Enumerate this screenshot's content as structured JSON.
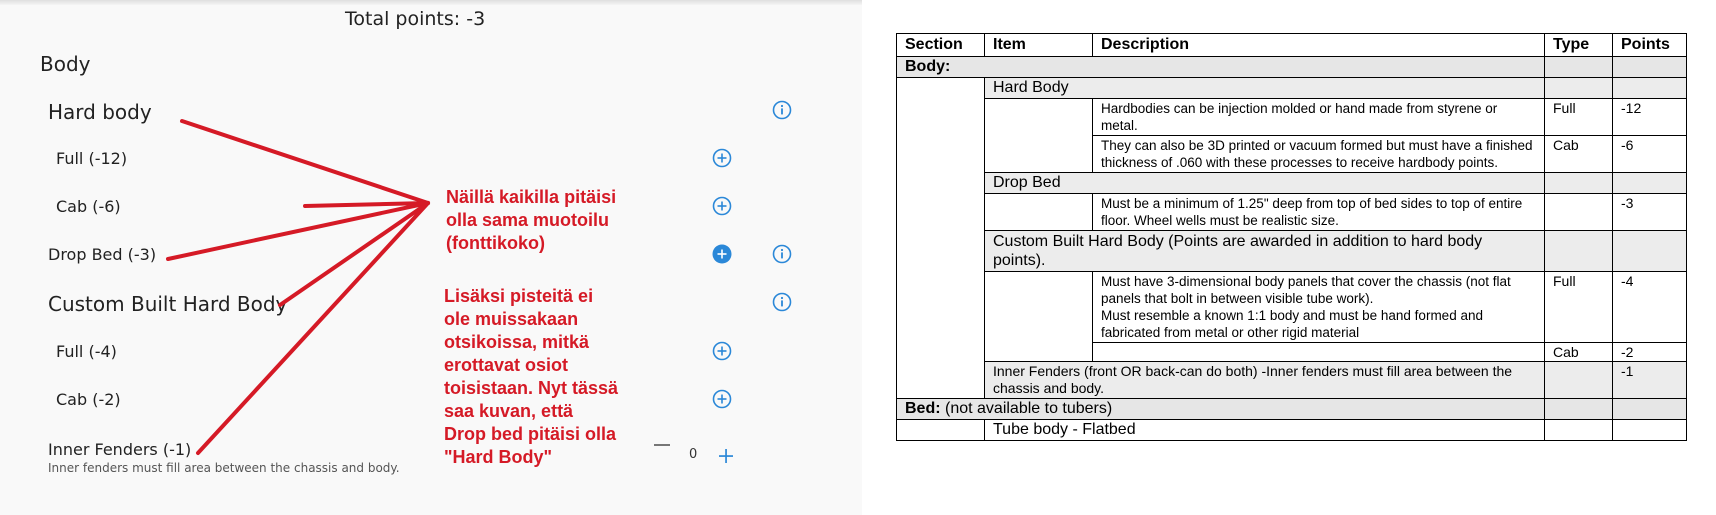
{
  "app": {
    "total_label": "Total points: -3",
    "section_title": "Body",
    "groups": [
      {
        "title": "Hard body",
        "info_icon": "info-icon",
        "items": [
          {
            "label": "Full (-12)",
            "action_icon": "add-circle-icon"
          },
          {
            "label": "Cab (-6)",
            "action_icon": "add-circle-icon"
          }
        ]
      },
      {
        "title": "Drop Bed (-3)",
        "info_icon": "info-icon",
        "action_icon": "add-circle-filled-icon"
      },
      {
        "title": "Custom Built Hard Body",
        "info_icon": "info-icon",
        "items": [
          {
            "label": "Full (-4)",
            "action_icon": "add-circle-icon"
          },
          {
            "label": "Cab (-2)",
            "action_icon": "add-circle-icon"
          }
        ]
      },
      {
        "title": "Inner Fenders (-1)",
        "note": "Inner fenders must fill area between the chassis and body.",
        "stepper_value": "0"
      }
    ],
    "accent_color": "#2b88d8"
  },
  "annotations": {
    "first": [
      "Näillä kaikilla pitäisi",
      "olla sama muotoilu",
      "(fonttikoko)"
    ],
    "second": [
      "Lisäksi pisteitä ei",
      "ole muissakaan",
      "otsikoissa, mitkä",
      "erottavat osiot",
      "toisistaan. Nyt tässä",
      "saa kuvan, että",
      "Drop bed pitäisi olla",
      "\"Hard Body\""
    ],
    "color": "#d51a26"
  },
  "document": {
    "headers": [
      "Section",
      "Item",
      "Description",
      "Type",
      "Points"
    ],
    "section_body": "Body:",
    "hard_body": "Hard Body",
    "hb_row1_desc": "Hardbodies can be injection molded or hand made from styrene or metal.",
    "hb_row1_type": "Full",
    "hb_row1_points": "-12",
    "hb_row2_desc": "They can also be 3D printed or vacuum formed but must have a finished thickness of .060 with these processes to receive hardbody points.",
    "hb_row2_type": "Cab",
    "hb_row2_points": "-6",
    "drop_bed": "Drop Bed",
    "db_desc": "Must be a minimum of 1.25\" deep from top of bed sides to top of entire floor. Wheel wells must be realistic size.",
    "db_points": "-3",
    "custom": "Custom Built Hard Body (Points are awarded in addition to hard body points).",
    "cb_desc1": "Must have 3-dimensional body panels that cover the chassis (not flat panels that bolt in between visible tube work).",
    "cb_desc2": "Must resemble a known 1:1 body and must be hand formed and fabricated from metal or other rigid material",
    "cb_type1": "Full",
    "cb_points1": "-4",
    "cb_type2": "Cab",
    "cb_points2": "-2",
    "fenders": "Inner Fenders (front OR back-can do both) -Inner fenders must fill area between the chassis and body.",
    "fenders_points": "-1",
    "section_bed_bold": "Bed:",
    "section_bed_rest": " (not available to tubers)",
    "cut_row": "Tube body - Flatbed"
  }
}
